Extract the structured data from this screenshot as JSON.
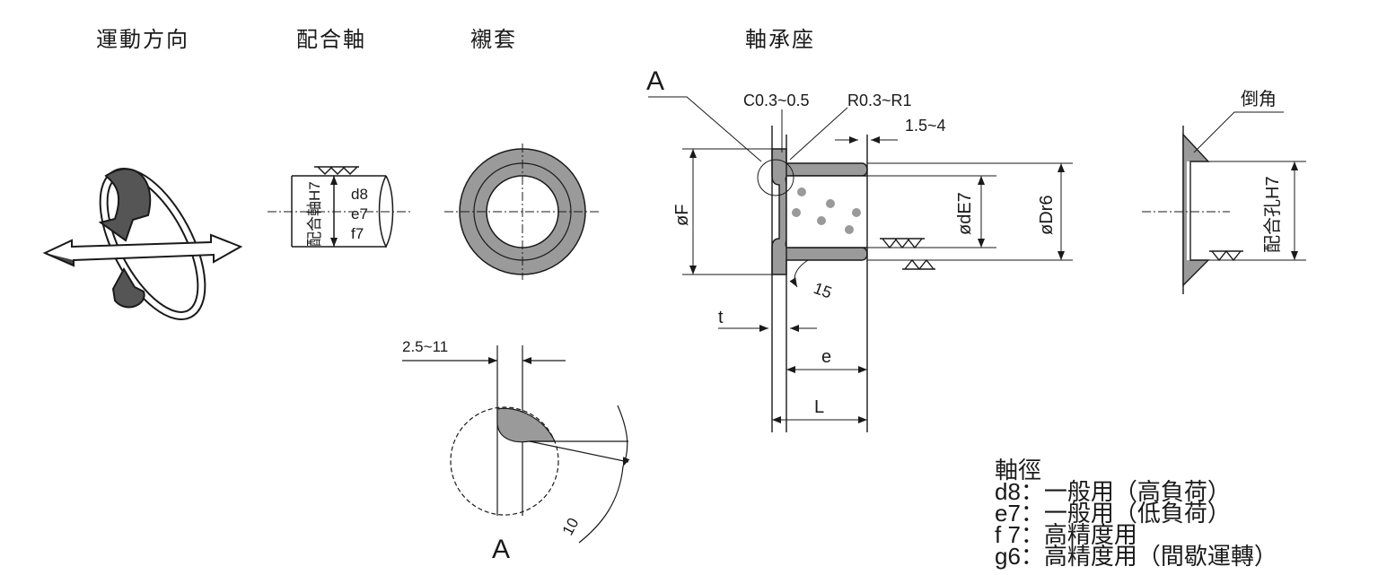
{
  "headers": {
    "motion": "運動方向",
    "shaft": "配合軸",
    "bushing": "襯套",
    "housing": "軸承座"
  },
  "shaft": {
    "side_label": "配合軸H7",
    "fits": [
      "d8",
      "e7",
      "f7"
    ]
  },
  "detail": {
    "width_label": "2.5~11",
    "angle_label": "10",
    "view_label": "A"
  },
  "housing": {
    "view_label": "A",
    "chamfer": "C0.3~0.5",
    "radius": "R0.3~R1",
    "flange_gap": "1.5~4",
    "dia_F": "øF",
    "dia_dE7": "ødE7",
    "dia_Dr6": "øDr6",
    "angle": "15",
    "t": "t",
    "e": "e",
    "L": "L"
  },
  "chamfer_view": {
    "label": "倒角",
    "hole_label": "配合孔H7"
  },
  "legend": {
    "title": "軸徑",
    "lines": [
      "d8：一般用（高負荷）",
      "e7：一般用（低負荷）",
      "f 7：高精度用",
      "g6：高精度用（間歇運轉）"
    ]
  },
  "colors": {
    "fill": "#9a9a9a",
    "line": "#1a1a1a"
  }
}
